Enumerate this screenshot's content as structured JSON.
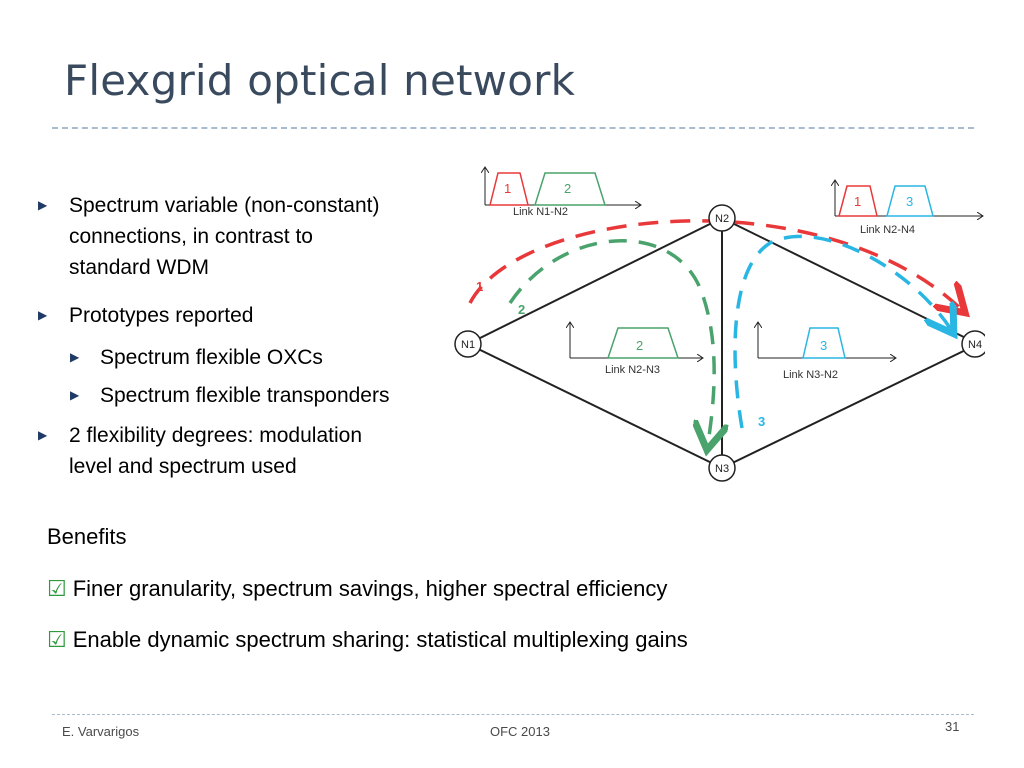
{
  "slide": {
    "title": "Flexgrid optical network",
    "bullets": [
      {
        "text_lines": [
          "Spectrum variable (non-constant)",
          "connections, in contrast to",
          "standard WDM"
        ]
      },
      {
        "text": "Prototypes reported",
        "sub": [
          "Spectrum flexible OXCs",
          "Spectrum flexible transponders"
        ]
      },
      {
        "text_lines": [
          "2 flexibility degrees: modulation",
          "level and spectrum used"
        ]
      }
    ],
    "benefits_heading": "Benefits",
    "benefits": [
      "Finer granularity, spectrum savings, higher spectral efficiency",
      "Enable dynamic spectrum sharing: statistical multiplexing gains"
    ],
    "footer": {
      "author": "E. Varvarigos",
      "event": "OFC 2013",
      "page": "31"
    }
  },
  "diagram": {
    "nodes": {
      "n1": "N1",
      "n2": "N2",
      "n3": "N3",
      "n4": "N4"
    },
    "paths": {
      "red": "1",
      "green": "2",
      "blue": "3"
    },
    "spectra": {
      "n1n2": {
        "slots": [
          "1",
          "2"
        ],
        "label": "Link N1-N2"
      },
      "n2n4": {
        "slots": [
          "1",
          "3"
        ],
        "label": "Link N2-N4"
      },
      "n2n3": {
        "slots": [
          "2"
        ],
        "label": "Link N2-N3"
      },
      "n3n2": {
        "slots": [
          "3"
        ],
        "label": "Link N3-N2"
      }
    },
    "colors": {
      "red": "#e8383a",
      "green": "#4aa36c",
      "blue": "#2ab6e3"
    }
  }
}
